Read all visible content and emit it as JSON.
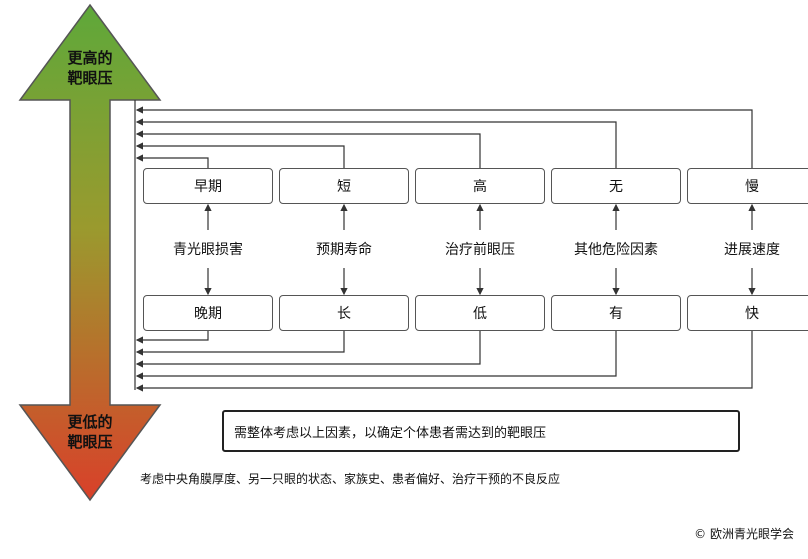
{
  "axis": {
    "top_label_line1": "更高的",
    "top_label_line2": "靶眼压",
    "bottom_label_line1": "更低的",
    "bottom_label_line2": "靶眼压"
  },
  "factors": [
    {
      "name": "青光眼损害",
      "high": "早期",
      "low": "晚期"
    },
    {
      "name": "预期寿命",
      "high": "短",
      "low": "长"
    },
    {
      "name": "治疗前眼压",
      "high": "高",
      "low": "低"
    },
    {
      "name": "其他危险因素",
      "high": "无",
      "low": "有"
    },
    {
      "name": "进展速度",
      "high": "慢",
      "low": "快"
    }
  ],
  "summary": "需整体考虑以上因素，以确定个体患者需达到的靶眼压",
  "note": "考虑中央角膜厚度、另一只眼的状态、家族史、患者偏好、治疗干预的不良反应",
  "copyright": "© 欧洲青光眼学会",
  "colors": {
    "top": "#5ea83a",
    "bottom": "#d9402a",
    "line": "#333333",
    "box_border": "#555555"
  }
}
